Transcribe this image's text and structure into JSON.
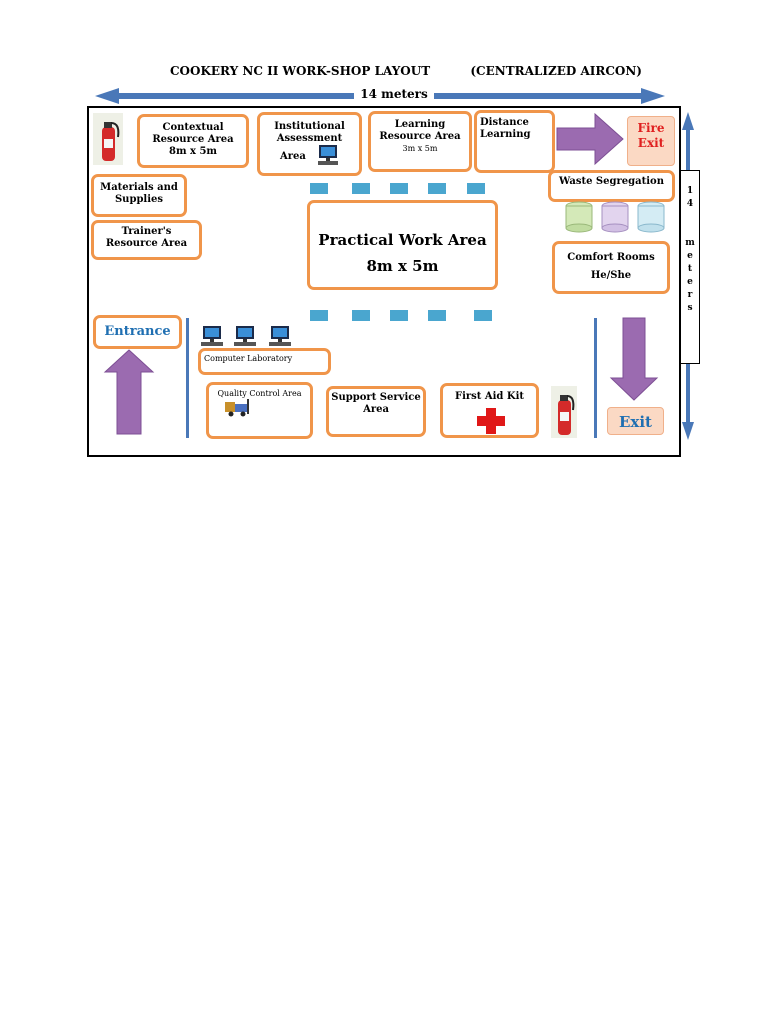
{
  "header": {
    "title": "COOKERY NC II WORK-SHOP LAYOUT",
    "subtitle": "(CENTRALIZED AIRCON)",
    "width_label": "14 meters"
  },
  "side_dimension": {
    "label": "14 meters",
    "chars": [
      "1",
      "4",
      "",
      "m",
      "e",
      "t",
      "e",
      "r",
      "s"
    ]
  },
  "areas": {
    "contextual": {
      "line1": "Contextual",
      "line2": "Resource Area",
      "line3": "8m x 5m"
    },
    "institutional": {
      "line1": "Institutional",
      "line2": "Assessment",
      "line3": "Area"
    },
    "learning": {
      "line1": "Learning",
      "line2": "Resource Area",
      "line3": "3m x 5m"
    },
    "distance": {
      "line1": "Distance",
      "line2": "Learning"
    },
    "fire_exit": {
      "line1": "Fire",
      "line2": "Exit"
    },
    "materials": {
      "line1": "Materials and",
      "line2": "Supplies"
    },
    "trainers": {
      "line1": "Trainer's",
      "line2": "Resource Area"
    },
    "practical": {
      "line1": "Practical Work Area",
      "line2": "8m x 5m"
    },
    "waste": {
      "label": "Waste Segregation"
    },
    "comfort": {
      "line1": "Comfort Rooms",
      "line2": "He/She"
    },
    "entrance": {
      "label": "Entrance"
    },
    "computer_lab": {
      "label": "Computer Laboratory"
    },
    "quality": {
      "label": "Quality Control Area"
    },
    "support": {
      "line1": "Support Service",
      "line2": "Area"
    },
    "first_aid": {
      "label": "First Aid Kit"
    },
    "exit": {
      "label": "Exit"
    }
  },
  "colors": {
    "box_border": "#f0954a",
    "arrow_blue": "#4a78b8",
    "arrow_purple": "#9b6bb0",
    "dash_blue": "#4aa6cf",
    "accent_red": "#e02020",
    "accent_blue": "#1f6fb2"
  },
  "icons": [
    "fire-extinguisher-icon",
    "computer-icon",
    "bin-icon",
    "first-aid-cross-icon",
    "forklift-icon"
  ]
}
